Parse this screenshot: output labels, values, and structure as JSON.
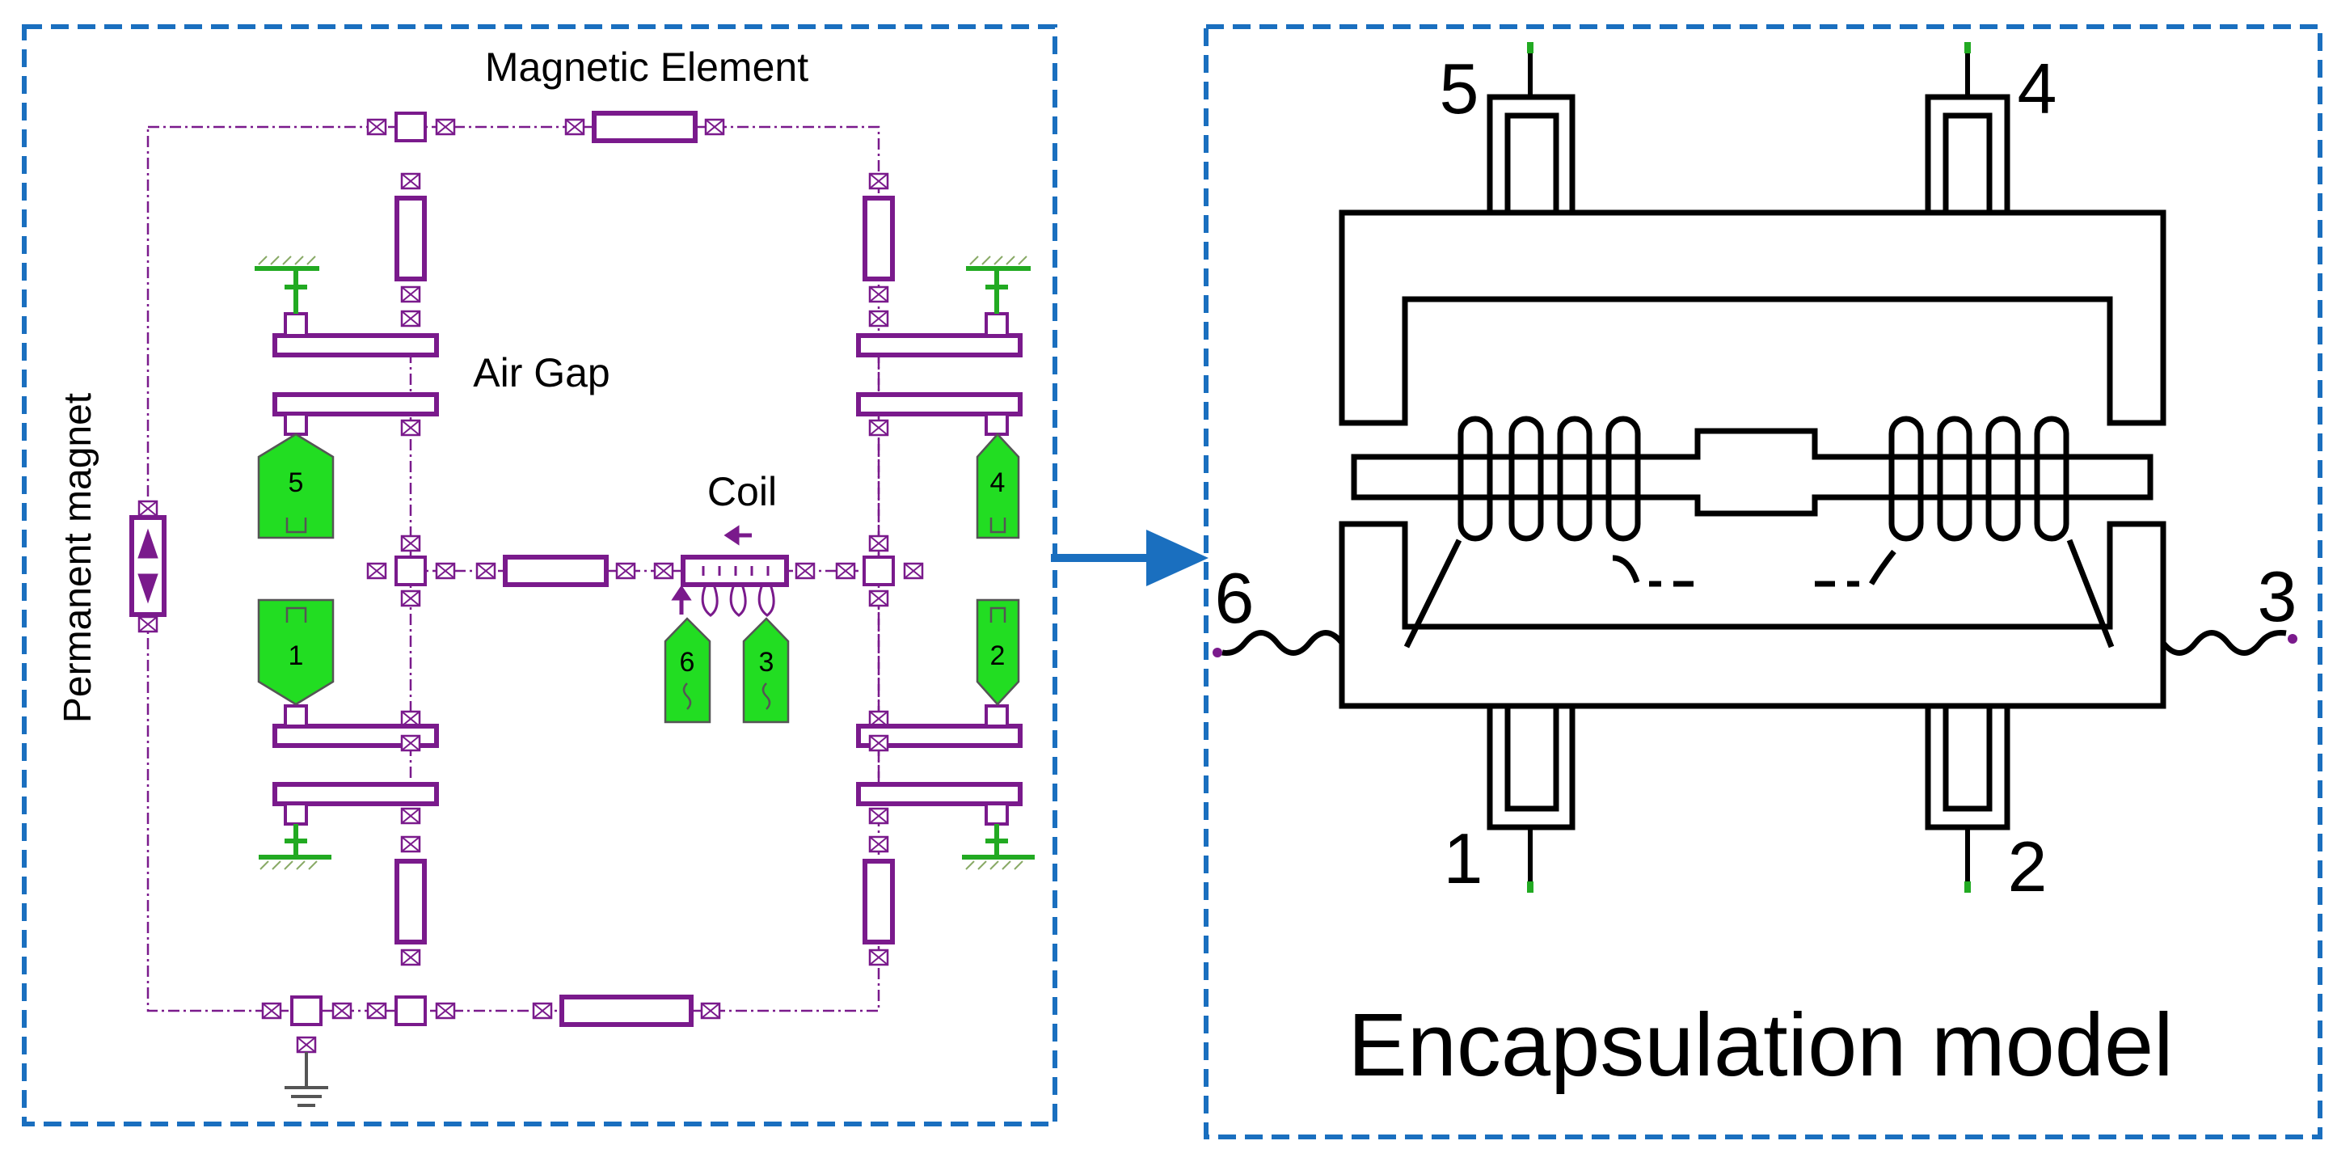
{
  "left_panel": {
    "title": "Magnetic Element",
    "permanent_magnet_label": "Permanent magnet",
    "air_gap_label": "Air Gap",
    "coil_label": "Coil",
    "terminals": [
      "5",
      "4",
      "1",
      "2",
      "6",
      "3"
    ]
  },
  "right_panel": {
    "caption": "Encapsulation model",
    "pins": [
      "5",
      "4",
      "1",
      "2",
      "6",
      "3"
    ]
  },
  "colors": {
    "frame": "#1a6fbf",
    "arrow": "#1a6fbf",
    "magnetic": "#7a1a8c",
    "terminal_fill": "#22dd22",
    "ground": "#22aa22",
    "ink": "#000000"
  }
}
